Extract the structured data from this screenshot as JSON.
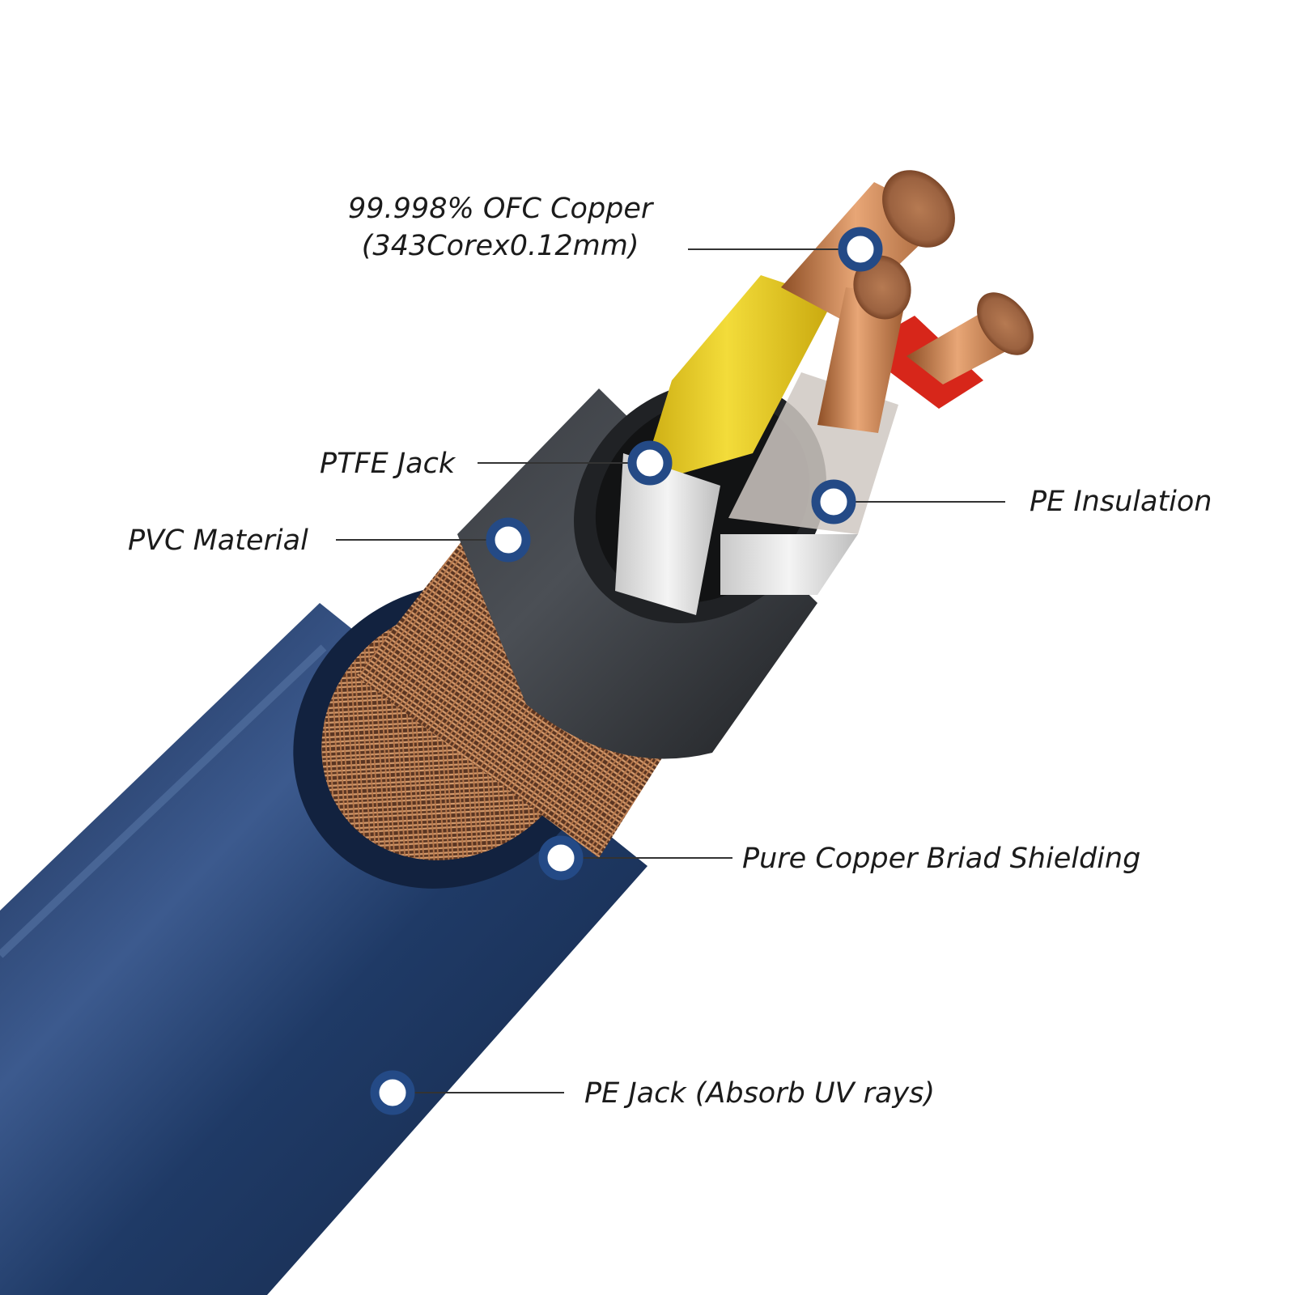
{
  "colors": {
    "jacket_blue": "#1f3a66",
    "marker_ring": "#244a86",
    "copper": "#c98556",
    "yellow_insulation": "#e8cc1c",
    "red_insulation": "#d7261a",
    "black_pvc": "#2b2d30",
    "leader_line": "#333333",
    "background": "#ffffff"
  },
  "callouts": {
    "ofc_copper": {
      "line1": "99.998% OFC Copper",
      "line2": "(343Corex0.12mm)"
    },
    "ptfe_jack": {
      "label": "PTFE Jack"
    },
    "pvc_material": {
      "label": "PVC Material"
    },
    "pe_insulation": {
      "label": "PE Insulation"
    },
    "copper_braid": {
      "label": "Pure Copper Briad Shielding"
    },
    "pe_jack": {
      "label": "PE Jack (Absorb UV rays)"
    }
  }
}
